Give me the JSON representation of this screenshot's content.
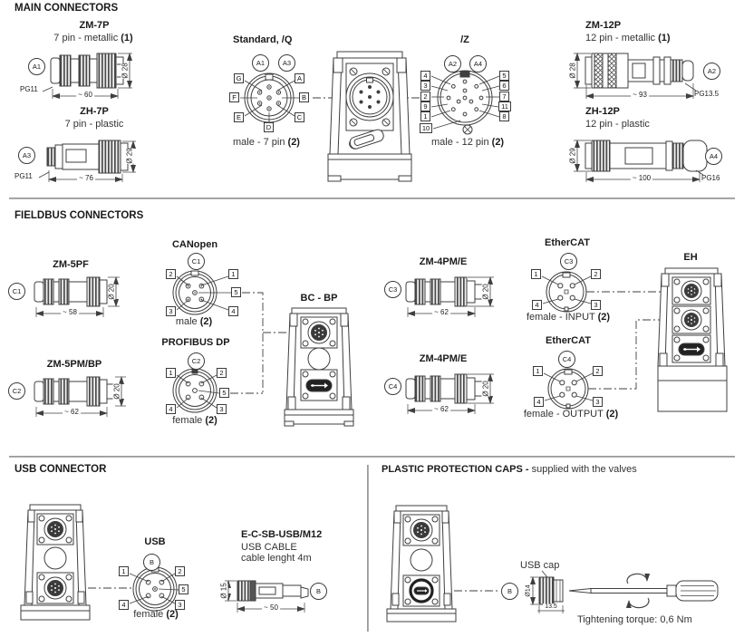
{
  "sections": {
    "main": "MAIN CONNECTORS",
    "fieldbus": "FIELDBUS CONNECTORS",
    "usb": "USB CONNECTOR",
    "caps_title": "PLASTIC PROTECTION CAPS -",
    "caps_subtitle": " supplied with the valves"
  },
  "main": {
    "zm7p": {
      "name": "ZM-7P",
      "desc": "7 pin - metallic ",
      "note": "(1)",
      "ref": "A1",
      "gland": "PG11",
      "len": "~ 60",
      "dia": "Ø 28"
    },
    "zh7p": {
      "name": "ZH-7P",
      "desc": "7 pin - plastic",
      "ref": "A3",
      "gland": "PG11",
      "len": "~ 76",
      "dia": "Ø 29"
    },
    "zm12p": {
      "name": "ZM-12P",
      "desc": "12 pin - metallic ",
      "note": "(1)",
      "ref": "A2",
      "gland": "PG13.5",
      "len": "~ 93",
      "dia": "Ø 28"
    },
    "zh12p": {
      "name": "ZH-12P",
      "desc": "12 pin - plastic",
      "ref": "A4",
      "gland": "PG16",
      "len": "~ 100",
      "dia": "Ø 29"
    },
    "pin7": {
      "title": "Standard, /Q",
      "ref1": "A1",
      "ref2": "A3",
      "left": [
        "G",
        "F",
        "E"
      ],
      "right": [
        "A",
        "B",
        "C"
      ],
      "bottom": "D",
      "caption": "male - 7 pin ",
      "note": "(2)"
    },
    "pin12": {
      "title": "/Z",
      "ref1": "A2",
      "ref2": "A4",
      "left": [
        "4",
        "3",
        "2",
        "9",
        "1",
        "10"
      ],
      "right": [
        "5",
        "6",
        "7",
        "11",
        "8"
      ],
      "caption": "male - 12 pin ",
      "note": "(2)"
    }
  },
  "fieldbus": {
    "zm5pf": {
      "name": "ZM-5PF",
      "ref": "C1",
      "len": "~ 58",
      "dia": "Ø 20"
    },
    "zm5pmbp": {
      "name": "ZM-5PM/BP",
      "ref": "C2",
      "len": "~ 62",
      "dia": "Ø 20"
    },
    "canopen": {
      "title": "CANopen",
      "ref": "C1",
      "left": [
        "2",
        "3"
      ],
      "right": [
        "1",
        "5",
        "4"
      ],
      "caption": "male ",
      "note": "(2)"
    },
    "profibus": {
      "title": "PROFIBUS DP",
      "ref": "C2",
      "left": [
        "1",
        "4"
      ],
      "right": [
        "2",
        "5",
        "3"
      ],
      "caption": "female ",
      "note": "(2)"
    },
    "bcbp": {
      "title": "BC - BP"
    },
    "zm4pme_c3": {
      "name": "ZM-4PM/E",
      "ref": "C3",
      "len": "~ 62",
      "dia": "Ø 20"
    },
    "zm4pme_c4": {
      "name": "ZM-4PM/E",
      "ref": "C4",
      "len": "~ 62",
      "dia": "Ø 20"
    },
    "ethercat_in": {
      "title": "EtherCAT",
      "ref": "C3",
      "left": [
        "1",
        "4"
      ],
      "right": [
        "2",
        "3"
      ],
      "caption": "female - INPUT ",
      "note": "(2)"
    },
    "ethercat_out": {
      "title": "EtherCAT",
      "ref": "C4",
      "left": [
        "1",
        "4"
      ],
      "right": [
        "2",
        "3"
      ],
      "caption": "female - OUTPUT ",
      "note": "(2)"
    },
    "eh": {
      "title": "EH"
    }
  },
  "usb": {
    "pinout": {
      "title": "USB",
      "ref": "B",
      "left": [
        "1",
        "4"
      ],
      "right": [
        "2",
        "5",
        "3"
      ],
      "caption": "female ",
      "note": "(2)"
    },
    "cable": {
      "name": "E-C-SB-USB/M12",
      "line1": "USB CABLE",
      "line2": "cable lenght 4m",
      "ref": "B",
      "len": "~ 50",
      "dia": "Ø 15"
    }
  },
  "caps": {
    "ref": "B",
    "cap_label": "USB cap",
    "dia": "Ø14",
    "width": "13.5",
    "torque": "Tightening torque: 0,6 Nm"
  }
}
